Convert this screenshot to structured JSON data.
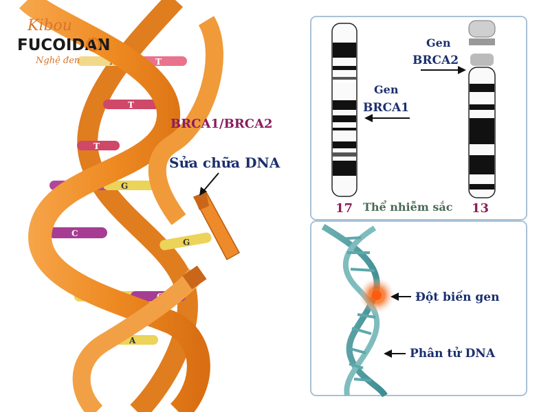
{
  "logo": {
    "script_text": "Kibou",
    "brand_text": "FUCOIDAN",
    "tagline": "Nghệ đen"
  },
  "main_diagram": {
    "brca_label": "BRCA1/BRCA2",
    "repair_label": "Sửa chữa DNA",
    "bases": [
      "A",
      "T",
      "T",
      "T",
      "C",
      "G",
      "C",
      "G",
      "G",
      "C",
      "A"
    ]
  },
  "chromosome_panel": {
    "gene_label": "Gen",
    "brca1_label": "BRCA1",
    "brca2_label": "BRCA2",
    "chr17_number": "17",
    "chr13_number": "13",
    "caption": "Thể nhiễm sắc"
  },
  "dna_panel": {
    "mutation_label": "Đột biến gen",
    "molecule_label": "Phân tử DNA"
  },
  "colors": {
    "orange_strand": "#f0922f",
    "panel_border": "#a8c1d8",
    "label_dark": "#1b2f6e",
    "label_magenta": "#8a1e5c",
    "caption_green": "#4a6b55"
  }
}
